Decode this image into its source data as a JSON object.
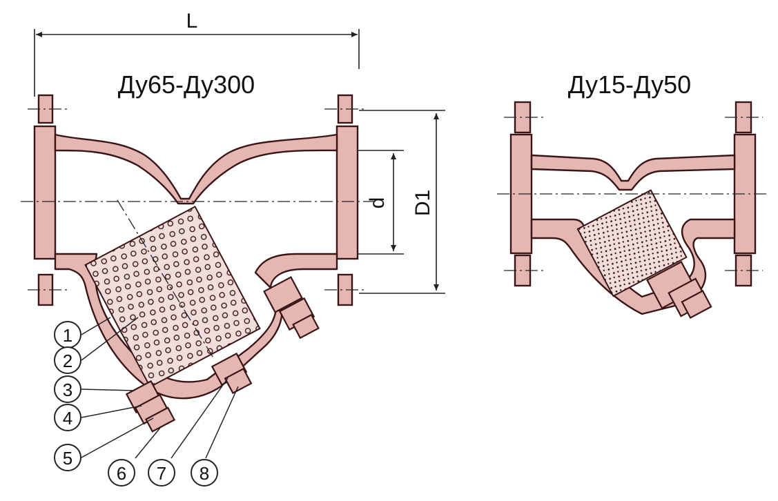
{
  "dimensions": {
    "length": "L",
    "bore_diameter": "d",
    "flange_diameter": "D1"
  },
  "views": {
    "large": {
      "title": "Ду65-Ду300"
    },
    "small": {
      "title": "Ду15-Ду50"
    }
  },
  "parts": [
    {
      "number": "1"
    },
    {
      "number": "2"
    },
    {
      "number": "3"
    },
    {
      "number": "4"
    },
    {
      "number": "5"
    },
    {
      "number": "6"
    },
    {
      "number": "7"
    },
    {
      "number": "8"
    }
  ],
  "colors": {
    "body_fill": "#e4b7b3",
    "outline": "#3a1515",
    "screen_fill": "#f1dedc"
  }
}
